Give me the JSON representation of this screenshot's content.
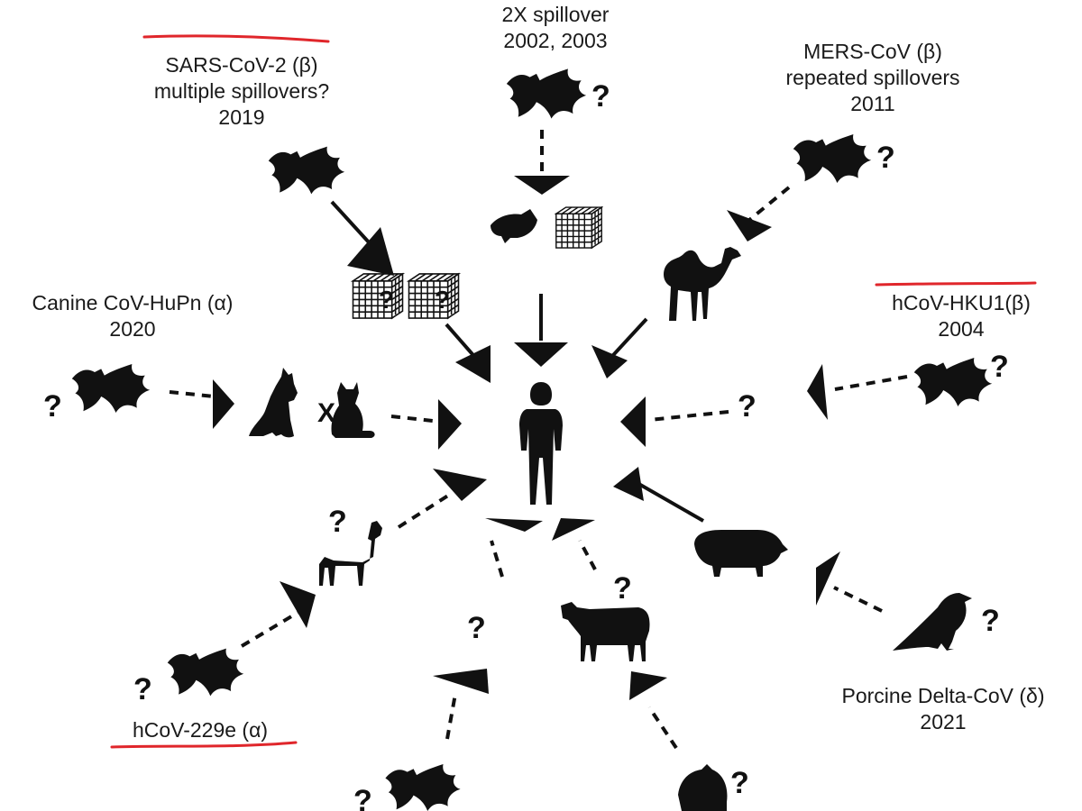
{
  "labels": {
    "sars2": {
      "name": "SARS-CoV-2 (β)",
      "line2": "multiple spillovers?",
      "year": "2019"
    },
    "sars1": {
      "line1": "2X spillover",
      "line2": "2002, 2003"
    },
    "mers": {
      "name": "MERS-CoV (β)",
      "line2": "repeated spillovers",
      "year": "2011"
    },
    "canine": {
      "name": "Canine CoV-HuPn (α)",
      "year": "2020"
    },
    "hku1": {
      "name": "hCoV-HKU1(β)",
      "year": "2004"
    },
    "porcine": {
      "name": "Porcine Delta-CoV (δ)",
      "year": "2021"
    },
    "h229e": {
      "name": "hCoV-229e (α)"
    }
  },
  "marks": {
    "question": "?",
    "cross": "X"
  },
  "colors": {
    "ink": "#111111",
    "underline": "#e0262b",
    "background": "#ffffff"
  },
  "icons": [
    "bat-icon",
    "civet-icon",
    "cage-icon",
    "camel-icon",
    "human-icon",
    "dog-icon",
    "cat-icon",
    "llama-icon",
    "cow-icon",
    "pig-icon",
    "bird-icon",
    "rodent-icon"
  ]
}
